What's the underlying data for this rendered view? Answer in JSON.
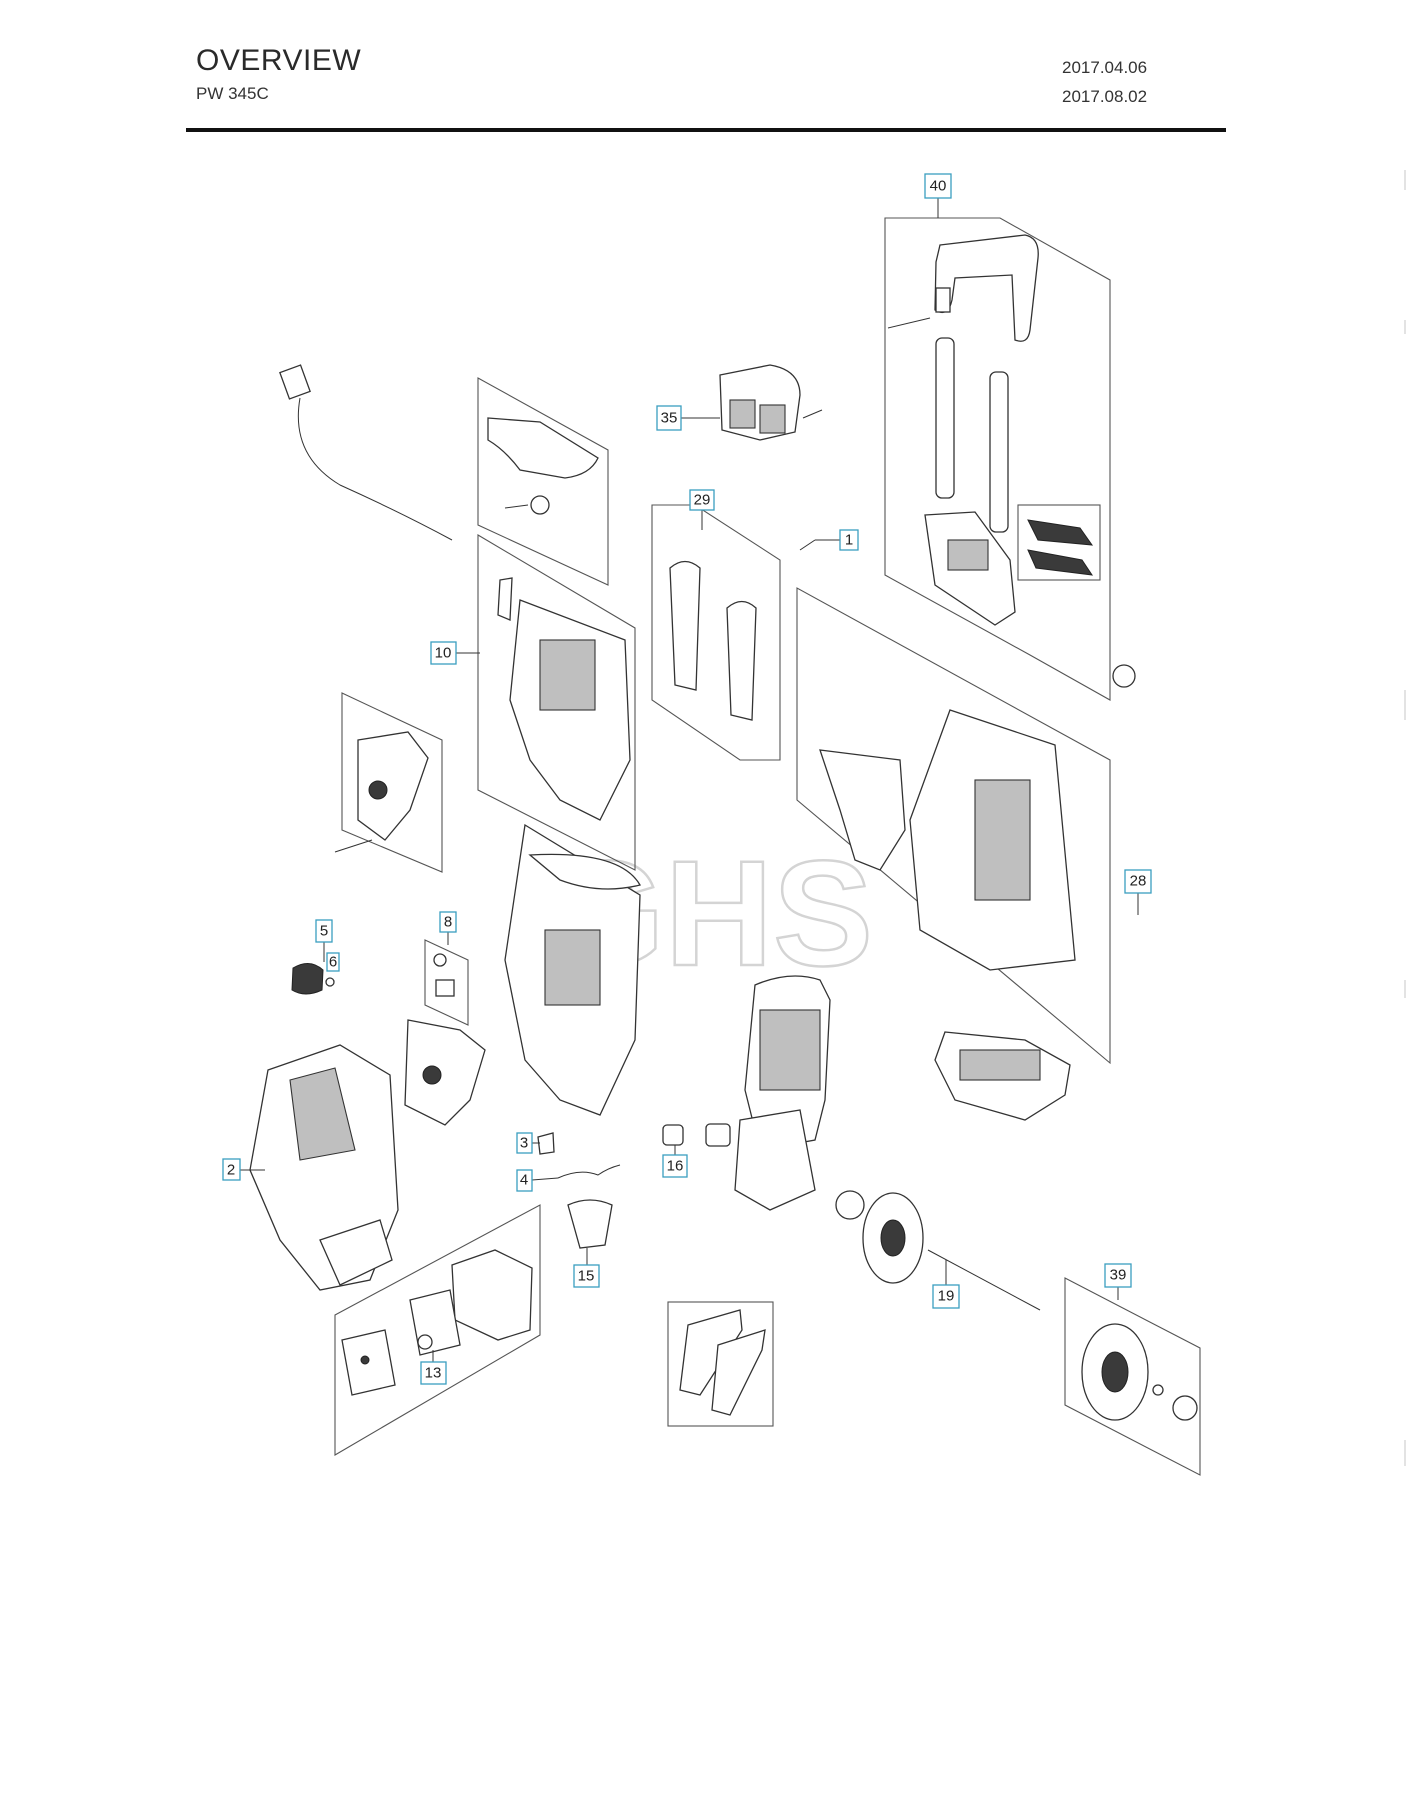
{
  "header": {
    "title": "OVERVIEW",
    "model": "PW 345C",
    "date_created": "2017.04.06",
    "date_revised": "2017.08.02"
  },
  "watermark": "GHS",
  "callouts": [
    "40",
    "35",
    "29",
    "1",
    "10",
    "28",
    "5",
    "8",
    "6",
    "3",
    "2",
    "16",
    "4",
    "15",
    "19",
    "39",
    "13"
  ],
  "colors": {
    "callout_border": "#3a9fbf",
    "rule": "#111111"
  }
}
